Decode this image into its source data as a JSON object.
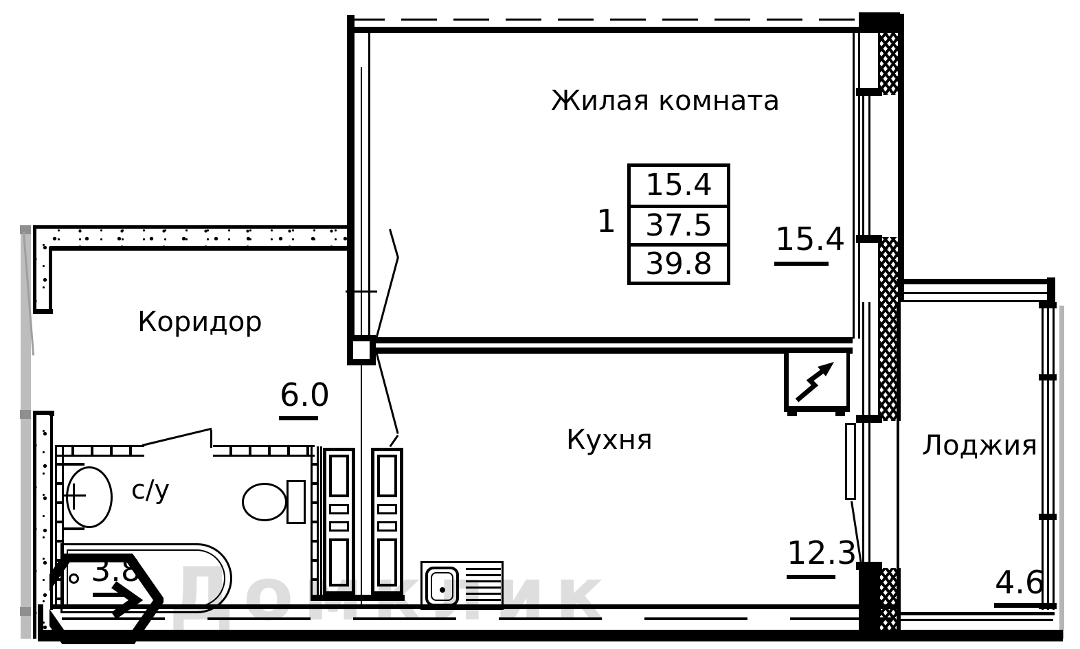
{
  "plan_title": "apartment-floor-plan",
  "rooms": {
    "living": {
      "name": "Жилая комната",
      "area": "15.4"
    },
    "corridor": {
      "name": "Коридор",
      "area": "6.0"
    },
    "kitchen": {
      "name": "Кухня",
      "area": "12.3"
    },
    "loggia": {
      "name": "Лоджия",
      "area": "4.6"
    },
    "bathroom": {
      "name": "с/у",
      "area": "3.8"
    }
  },
  "stamp": {
    "unit": "1",
    "room_area": "15.4",
    "living_area": "37.5",
    "total_area": "39.8"
  },
  "watermark": {
    "text": "Домклик"
  },
  "colors": {
    "line": "#000000",
    "background": "#ffffff",
    "watermark": "#c9c9c9",
    "shadow": "#bdbdbd"
  }
}
